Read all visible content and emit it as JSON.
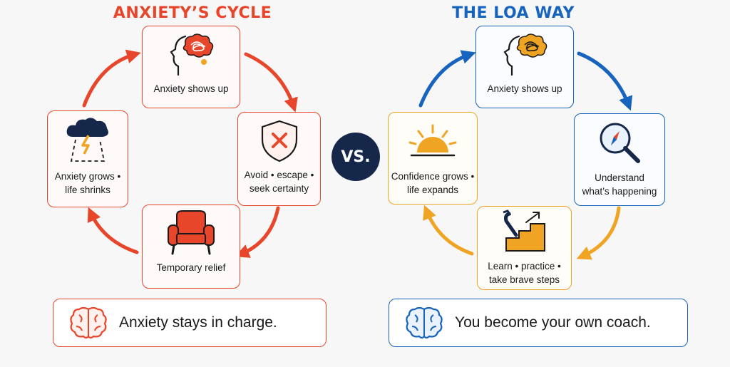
{
  "left": {
    "title": "ANXIETY’S CYCLE",
    "steps": [
      {
        "label": "Anxiety shows up",
        "icon": "tangled-brain-head-icon"
      },
      {
        "label": "Avoid • escape •\nseek certainty",
        "icon": "shield-x-icon"
      },
      {
        "label": "Temporary relief",
        "icon": "armchair-icon"
      },
      {
        "label": "Anxiety grows •\nlife shrinks",
        "icon": "storm-cloud-icon"
      }
    ],
    "footer": "Anxiety stays in charge.",
    "accent": "#e8462a"
  },
  "vs_label": "VS.",
  "right": {
    "title": "THE LOA WAY",
    "steps": [
      {
        "label": "Anxiety shows up",
        "icon": "calm-brain-head-icon"
      },
      {
        "label": "Understand\nwhat’s happening",
        "icon": "magnifier-compass-icon"
      },
      {
        "label": "Learn • practice •\ntake brave steps",
        "icon": "tools-stairs-icon"
      },
      {
        "label": "Confidence grows •\nlife expands",
        "icon": "sunrise-icon"
      }
    ],
    "footer": "You become your own coach.",
    "accent": "#1764bf",
    "secondary_accent": "#f0a424"
  }
}
